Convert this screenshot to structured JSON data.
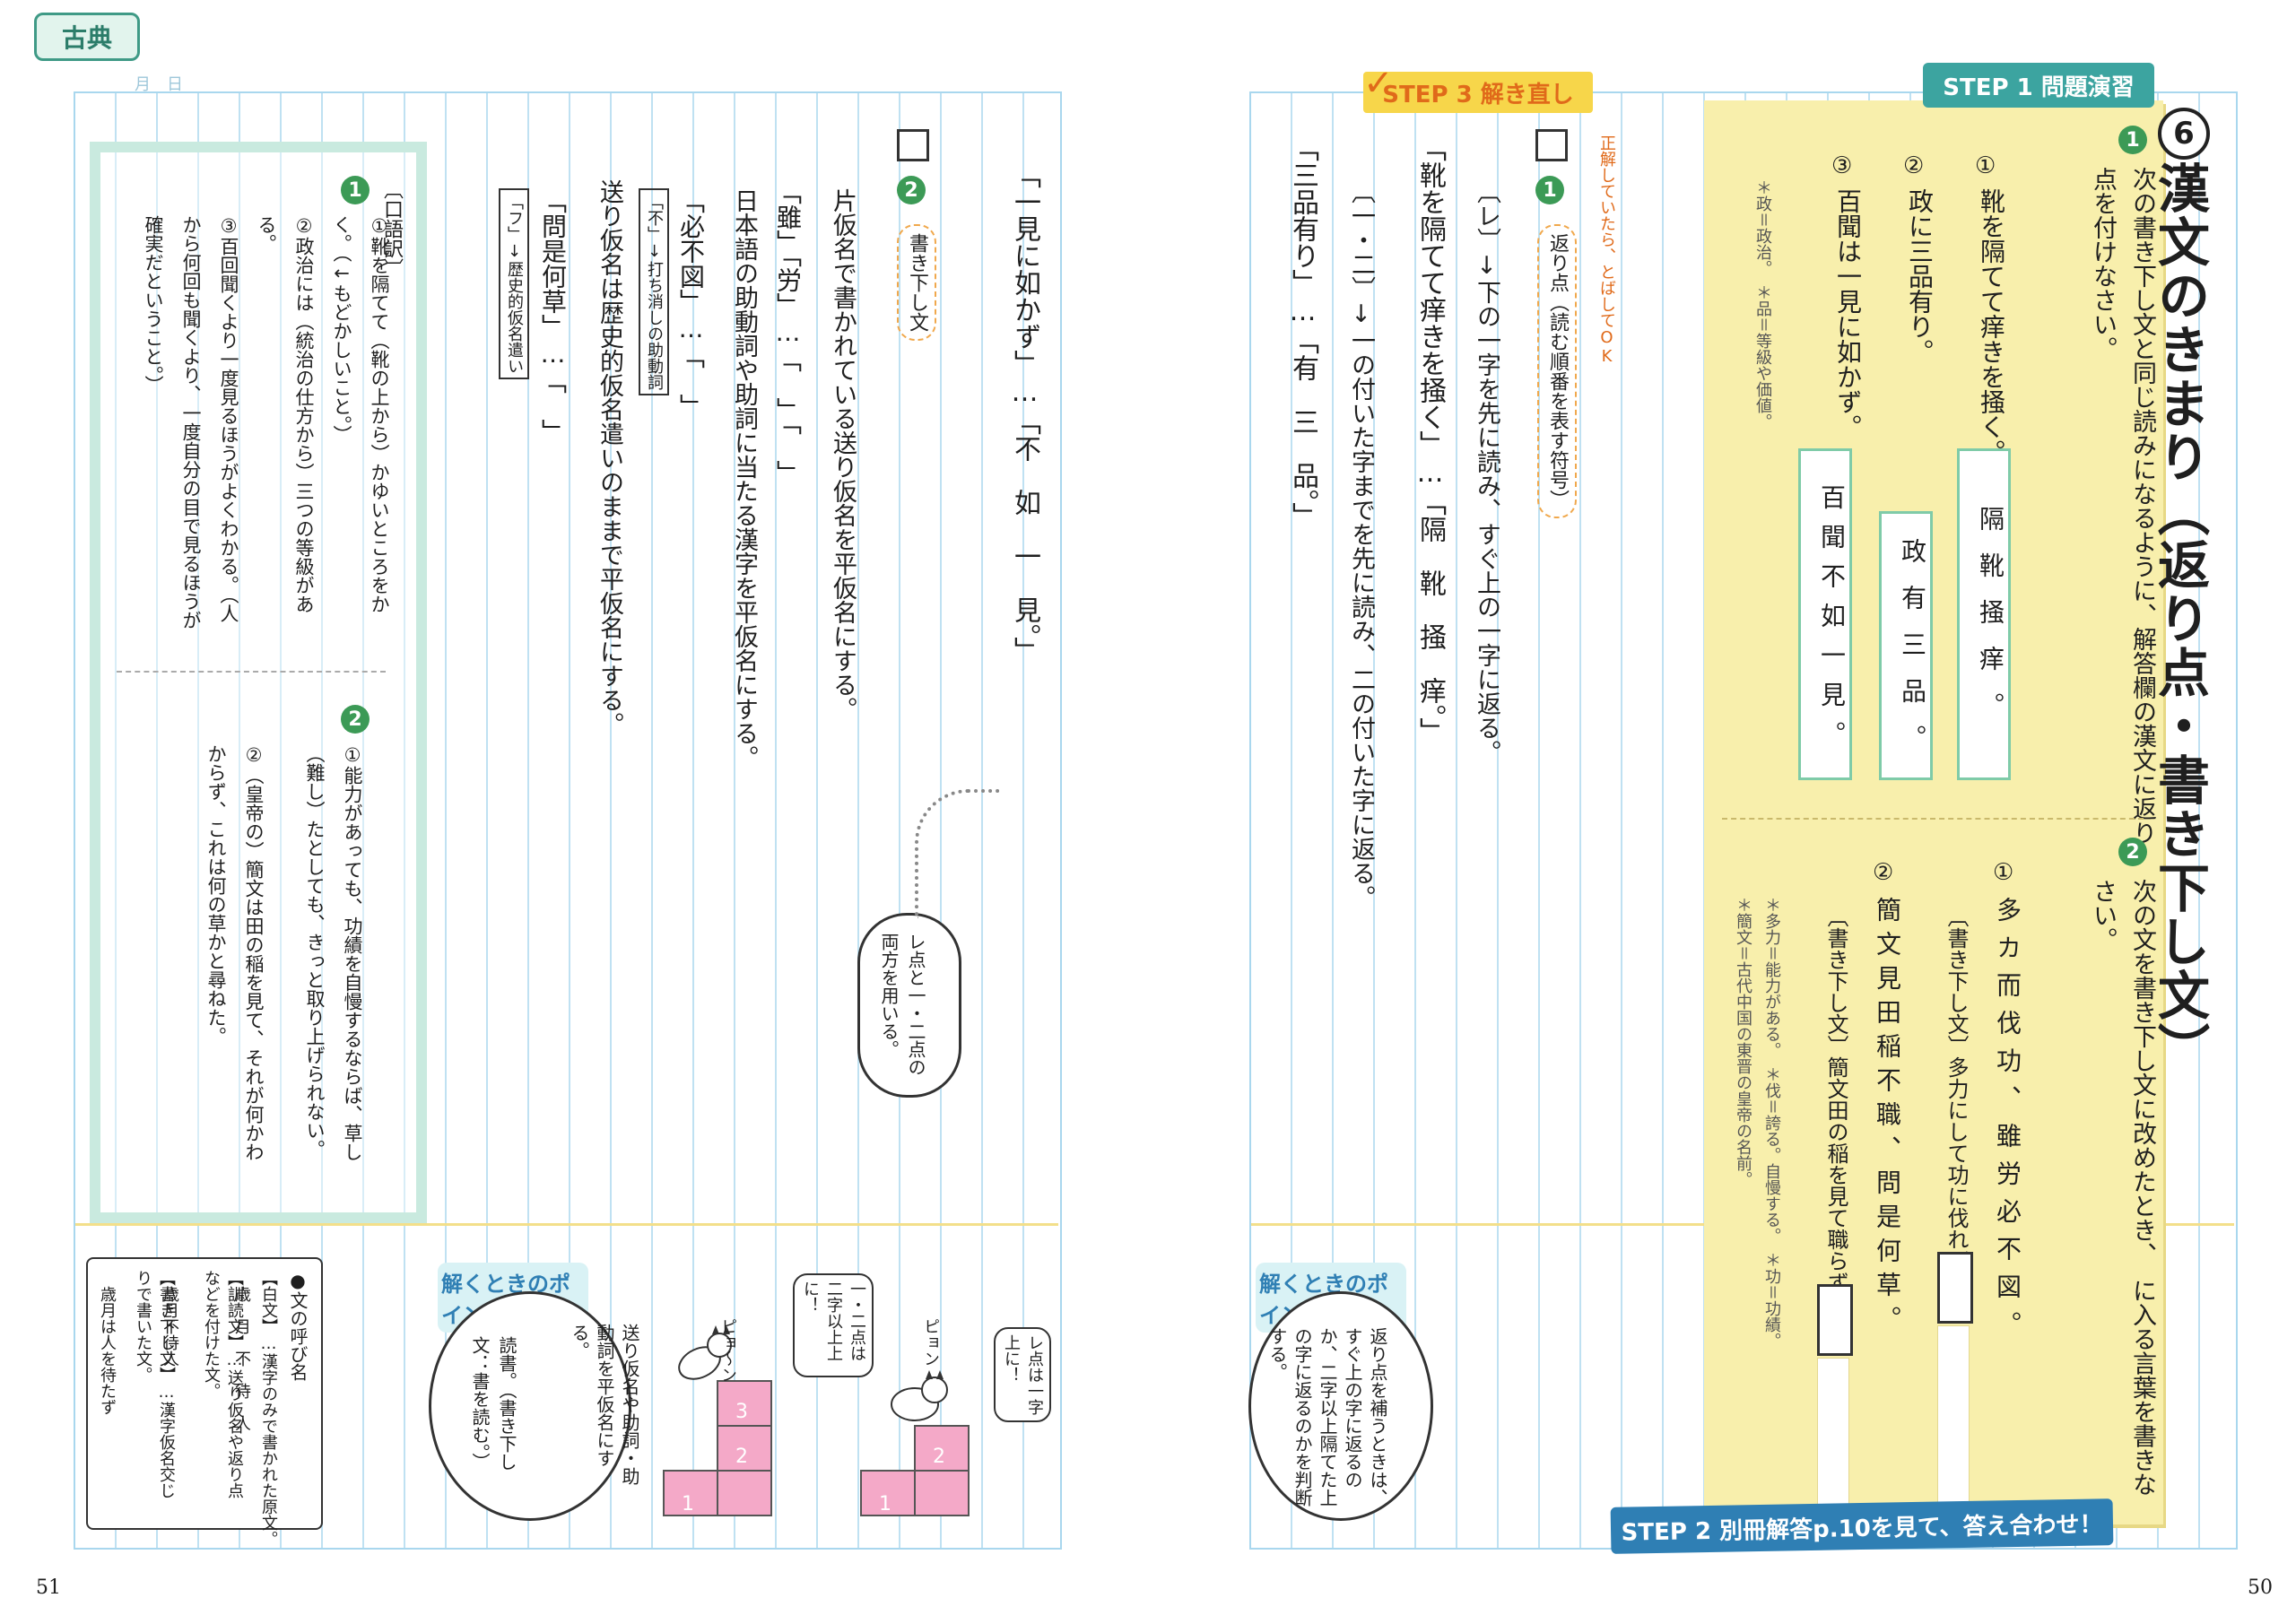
{
  "header": {
    "subject_tag": "古典",
    "date_label": "月　日"
  },
  "page_numbers": {
    "left": "51",
    "right": "50"
  },
  "right_page": {
    "step1_badge": "STEP 1 問題演習",
    "section_number": "6",
    "title": "漢文のきまり（返り点・書き下し文）",
    "q1": {
      "number": "1",
      "instruction": "次の書き下し文と同じ読みになるように、解答欄の漢文に返り点を付けなさい。",
      "items": [
        {
          "label": "①",
          "text": "靴を隔てて痒きを掻く。"
        },
        {
          "label": "②",
          "text": "政に三品有り。"
        },
        {
          "label": "③",
          "text": "百聞は一見に如かず。"
        }
      ],
      "note": "＊政＝政治。　＊品＝等級や価値。",
      "answer_boxes": [
        "隔靴掻痒。",
        "政有三品。",
        "百聞不如一見。"
      ]
    },
    "q2": {
      "number": "2",
      "instruction": "次の文を書き下し文に改めたとき、　に入る言葉を書きなさい。",
      "item1": {
        "label": "①",
        "kanbun": "多カ而伐功、雖労必不図。",
        "yomi": "〔書き下し文〕多力にして功に伐れば、"
      },
      "item2": {
        "label": "②",
        "kanbun": "簡文見田稲不職、問是何草。",
        "yomi": "〔書き下し文〕簡文田の稲を見て職らず、"
      },
      "notes": [
        "＊多力＝能力がある。　＊伐＝誇る。自慢する。　＊功＝功績。",
        "＊簡文＝古代中国の東晋の皇帝の名前。"
      ]
    },
    "step2_badge": "STEP 2 別冊解答p.10を見て、答え合わせ！",
    "step3_badge": "STEP 3 解き直し",
    "step3_note": "正解していたら、とばしてOK",
    "review1": {
      "number": "1",
      "heading": "返り点（読む順番を表す符号）",
      "bullet1": "〔レ〕↓下の一字を先に読み、すぐ上の一字に返る。",
      "example1": "「靴を隔てて痒きを掻く」…「隔　靴　掻　痒。」",
      "bullet2": "〔一・二〕↓一の付いた字までを先に読み、二の付いた字に返る。",
      "example2": "「三品有り」…「有　三　品。」"
    },
    "point_label": "解くときのポイント",
    "point_text": "返り点を補うときは、すぐ上の字に返るのか、二字以上隔てた上の字に返るのかを判断する。"
  },
  "left_page": {
    "review2": {
      "number": "2",
      "heading": "書き下し文",
      "example0": "「一見に如かず」…「不　如　一　見。」",
      "bullet1": "片仮名で書かれている送り仮名を平仮名にする。",
      "example1": "「雖」「労」…「　」「　」",
      "bullet2": "日本語の助動詞や助詞に当たる漢字を平仮名にする。",
      "example2": "「必不図」…「　」",
      "neg_label": "「不」↓打ち消しの助動詞",
      "bullet3": "送り仮名は歴史的仮名遣いのままで平仮名にする。",
      "example3": "「問是何草」…「　」",
      "hist_label": "「フ」↓歴史的仮名遣い"
    },
    "callout": "レ点と一・二点の両方を用いる。",
    "cat1_bubble": "レ点は一字上に！",
    "cat1_sound": "ピョン",
    "cat2_bubble": "一・二点は二字以上上に！",
    "cat2_sound": "ピョ〜ン",
    "steps_small": [
      "1",
      "2"
    ],
    "steps_big": [
      "1",
      "2",
      "3"
    ],
    "point_label": "解くときのポイント",
    "point_text": "送り仮名や助詞・助動詞を平仮名にする。",
    "point_example": "読書。（書き下し文：書を読む。）",
    "translation": {
      "label": "〔口語訳〕",
      "q1_num": "1",
      "items": [
        "①靴を隔てて（靴の上から）かゆいところをかく。（←もどかしいこと。）",
        "②政治には（統治の仕方から）三つの等級がある。",
        "③百回聞くより一度見るほうがよくわかる。（人から何回も聞くより、一度自分の目で見るほうが確実だということ。）"
      ],
      "q2_num": "2",
      "items2": [
        "①能力があっても、功績を自慢するならば、草し（難し）たとしても、きっと取り上げられない。",
        "②（皇帝の）簡文は田の稲を見て、それが何かわからず、これは何の草かと尋ねた。"
      ]
    },
    "note_box": {
      "title": "●文の呼び名",
      "lines": [
        "【白文】…漢字のみで書かれた原文。",
        "　歳　月　不　待　人",
        "【訓読文】…送り仮名や返り点などを付けた文。",
        "　歳月不待人",
        "【書き下し文】…漢字仮名交じりで書いた文。",
        "　歳月は人を待たず"
      ]
    }
  }
}
